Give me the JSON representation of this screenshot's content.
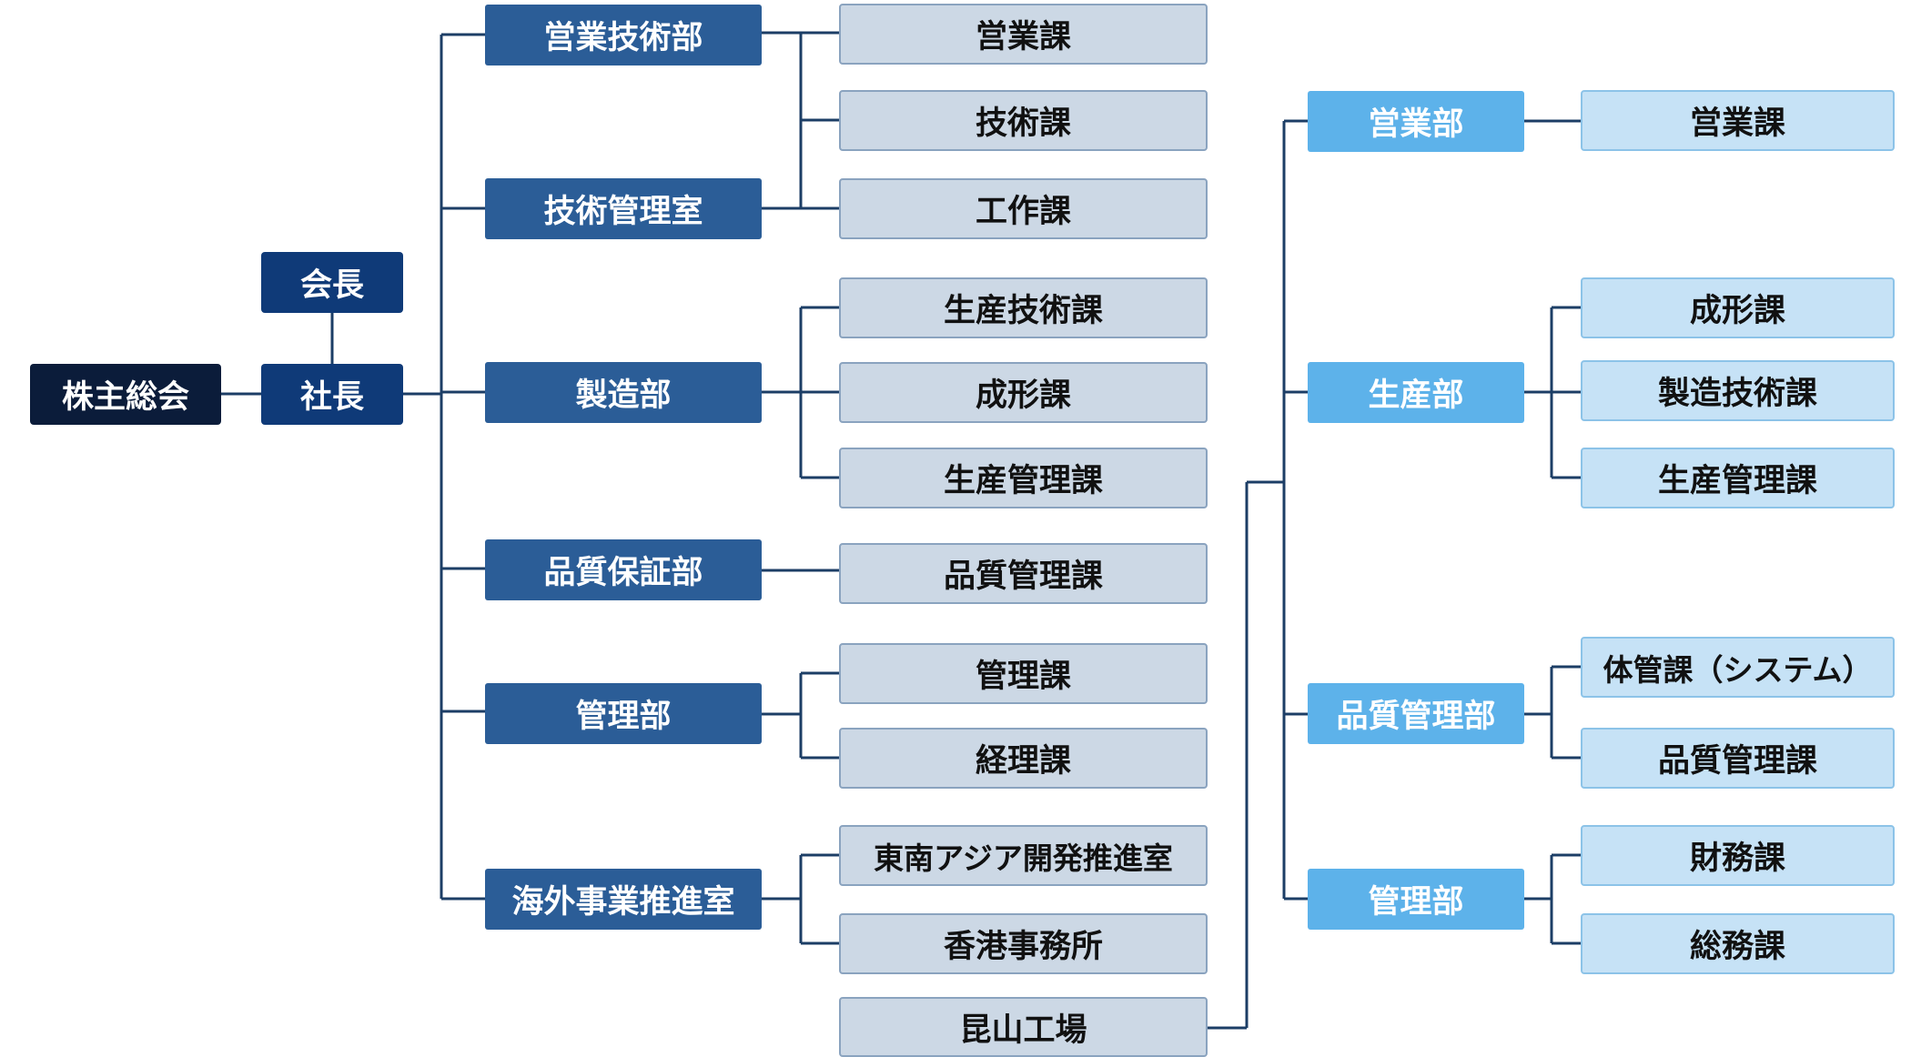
{
  "shareholders": "株主総会",
  "chairman": "会長",
  "president": "社長",
  "departments": [
    {
      "name": "営業技術部"
    },
    {
      "name": "技術管理室"
    },
    {
      "name": "製造部",
      "sections": [
        "生産技術課",
        "成形課",
        "生産管理課"
      ]
    },
    {
      "name": "品質保証部",
      "sections": [
        "品質管理課"
      ]
    },
    {
      "name": "管理部",
      "sections": [
        "管理課",
        "経理課"
      ]
    },
    {
      "name": "海外事業推進室",
      "sections": [
        "東南アジア開発推進室",
        "香港事務所"
      ]
    }
  ],
  "shared_sections": [
    "営業課",
    "技術課",
    "工作課"
  ],
  "factory": {
    "name": "昆山工場",
    "departments": [
      {
        "name": "営業部",
        "sections": [
          "営業課"
        ]
      },
      {
        "name": "生産部",
        "sections": [
          "成形課",
          "製造技術課",
          "生産管理課"
        ]
      },
      {
        "name": "品質管理部",
        "sections": [
          "体管課（システム）",
          "品質管理課"
        ]
      },
      {
        "name": "管理部",
        "sections": [
          "財務課",
          "総務課"
        ]
      }
    ]
  },
  "colors": {
    "root": "#0b1c3a",
    "executive": "#0f3a78",
    "department": "#2b5d97",
    "section": "#ccd8e5",
    "factory_department": "#5db2ea",
    "factory_section": "#c6e2f6",
    "line": "#1c3e66"
  }
}
